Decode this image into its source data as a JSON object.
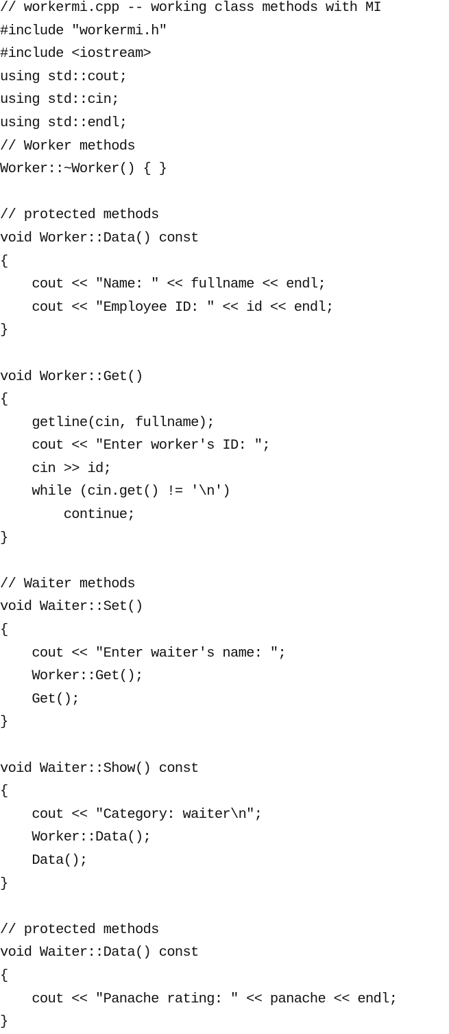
{
  "document": {
    "lines": [
      "// workermi.cpp -- working class methods with MI",
      "#include \"workermi.h\"",
      "#include <iostream>",
      "using std::cout;",
      "using std::cin;",
      "using std::endl;",
      "// Worker methods",
      "Worker::~Worker() { }",
      "",
      "// protected methods",
      "void Worker::Data() const",
      "{",
      "    cout << \"Name: \" << fullname << endl;",
      "    cout << \"Employee ID: \" << id << endl;",
      "}",
      "",
      "void Worker::Get()",
      "{",
      "    getline(cin, fullname);",
      "    cout << \"Enter worker's ID: \";",
      "    cin >> id;",
      "    while (cin.get() != '\\n')",
      "        continue;",
      "}",
      "",
      "// Waiter methods",
      "void Waiter::Set()",
      "{",
      "    cout << \"Enter waiter's name: \";",
      "    Worker::Get();",
      "    Get();",
      "}",
      "",
      "void Waiter::Show() const",
      "{",
      "    cout << \"Category: waiter\\n\";",
      "    Worker::Data();",
      "    Data();",
      "}",
      "",
      "// protected methods",
      "void Waiter::Data() const",
      "{",
      "    cout << \"Panache rating: \" << panache << endl;",
      "}"
    ]
  }
}
